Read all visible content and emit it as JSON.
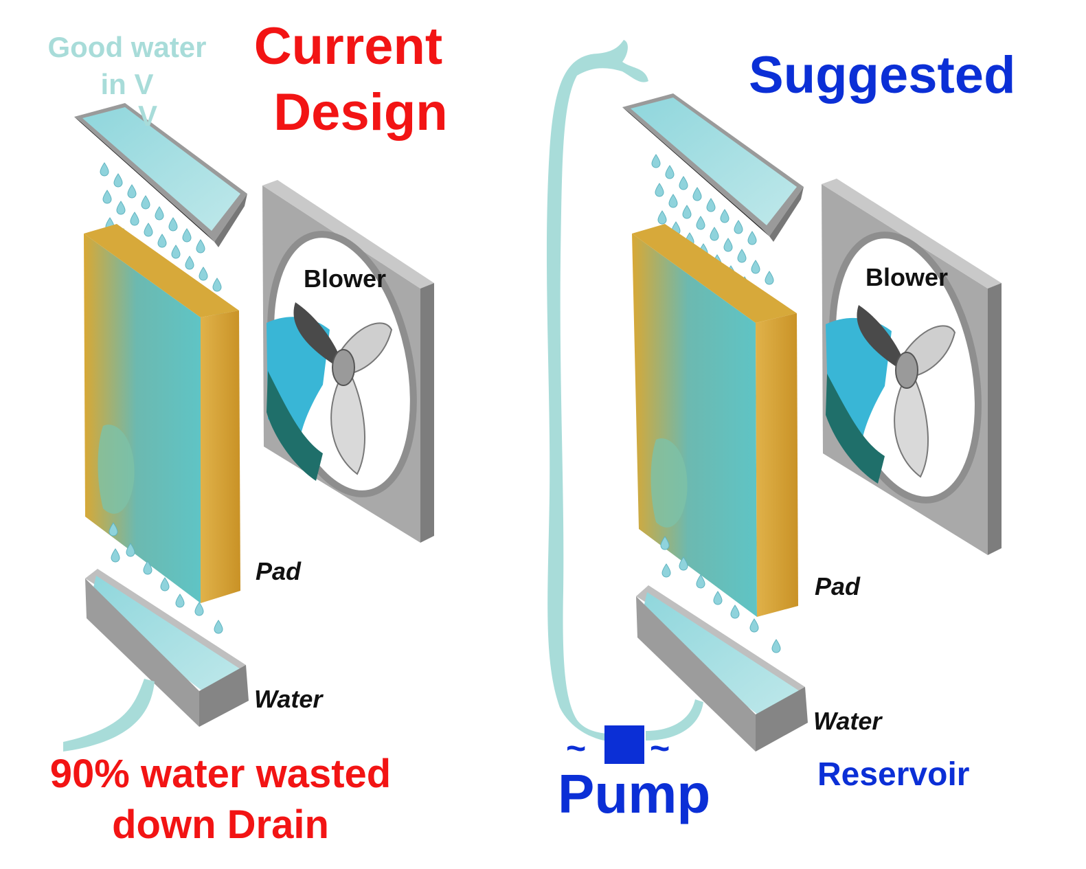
{
  "left_panel": {
    "title_line1": "Current",
    "title_line2": "Design",
    "note_line1": "Good water",
    "note_line2": "in V",
    "note_line3": "V",
    "blower_label": "Blower",
    "pad_label": "Pad",
    "water_label": "Water",
    "caption_line1": "90% water wasted",
    "caption_line2": "down Drain"
  },
  "right_panel": {
    "title": "Suggested",
    "blower_label": "Blower",
    "pad_label": "Pad",
    "water_label": "Water",
    "pump_symbol_left": "~",
    "pump_symbol_right": "~",
    "pump_label": "Pump",
    "reservoir_label": "Reservoir"
  },
  "colors": {
    "title_red": "#f21414",
    "title_blue": "#0b2fd6",
    "water_pale": "#a8dcd9",
    "pad_gold": "#d9a834",
    "frame_gray": "#a9a9a9"
  }
}
